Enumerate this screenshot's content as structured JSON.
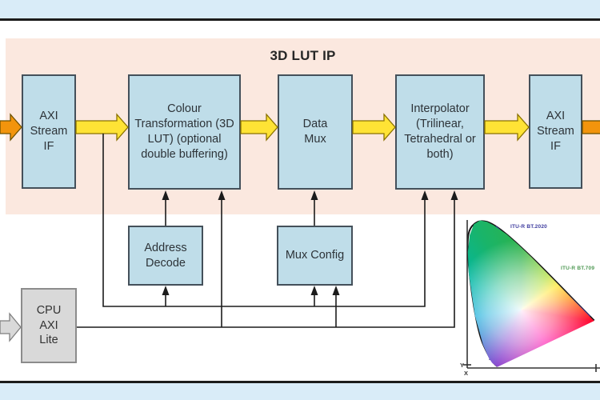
{
  "title": "3D LUT IP",
  "blocks": {
    "axi_stream_in": {
      "label": "AXI Stream IF"
    },
    "colour_transformation": {
      "label": "Colour Transformation (3D LUT) (optional double buffering)"
    },
    "data_mux": {
      "label": "Data Mux"
    },
    "interpolator": {
      "label": "Interpolator (Trilinear, Tetrahedral or both)"
    },
    "axi_stream_out": {
      "label": "AXI Stream IF"
    },
    "address_decode": {
      "label": "Address Decode"
    },
    "mux_config": {
      "label": "Mux Config"
    },
    "cpu_axi_lite": {
      "label": "CPU AXI Lite"
    }
  },
  "chromaticity": {
    "bt2020_label": "ITU-R BT.2020",
    "bt709_label": "ITU-R BT.709",
    "x_axis_label": "X",
    "y_axis_label": "Y",
    "bt2020_outline_color": "#35318f",
    "bt709_outline_color": "#57945f"
  },
  "colors": {
    "banner_blue": "#d9ecf8",
    "ip_region_pink": "#fbe8df",
    "block_fill_blue": "#bfdde9",
    "block_border": "#44505a",
    "stream_arrow_yellow": "#ffe335",
    "stream_arrow_orange": "#f2940c",
    "cpu_block_gray": "#d9d9d9",
    "connector_black": "#1c1c1c"
  }
}
